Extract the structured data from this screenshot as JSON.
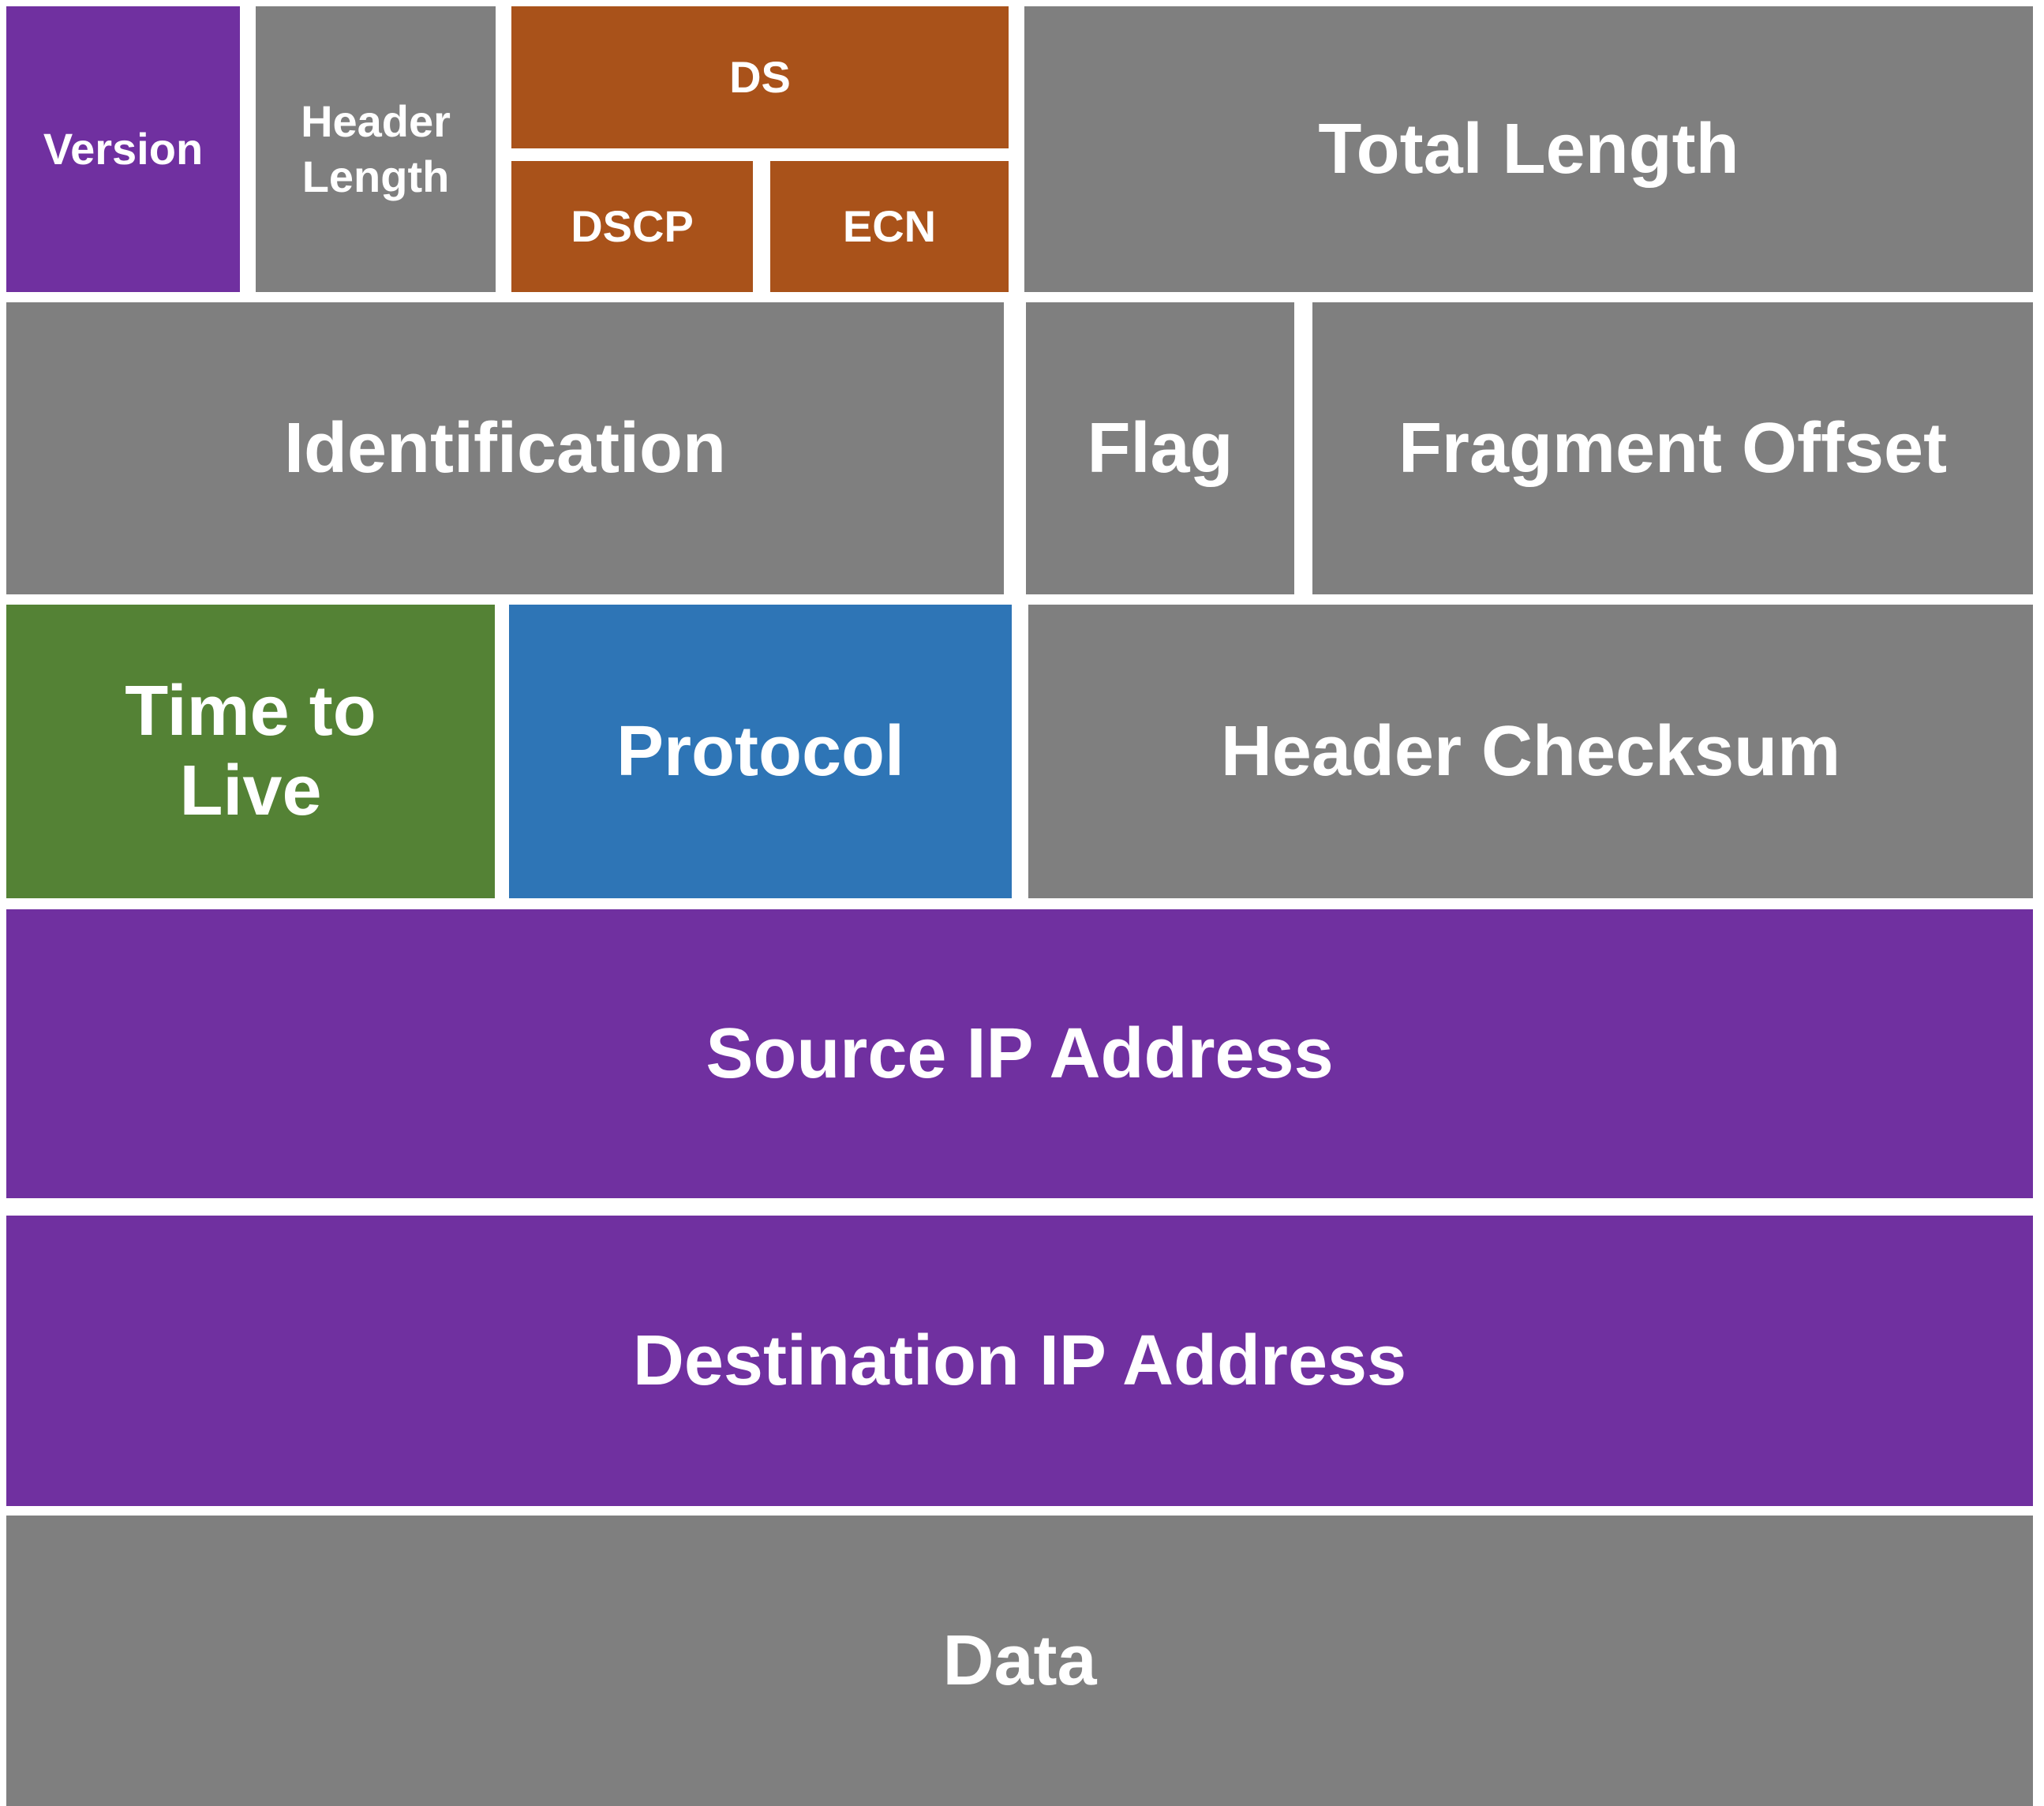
{
  "diagram_type": "ipv4-header-field-layout",
  "colors": {
    "purple": "#7030A0",
    "gray": "#7F7F7F",
    "orange": "#A9521A",
    "green": "#548235",
    "blue": "#2E75B6",
    "label_text": "#FFFFFF",
    "background": "#FFFFFF"
  },
  "fields": {
    "version": "Version",
    "header_length": "Header Length",
    "ds": "DS",
    "dscp": "DSCP",
    "ecn": "ECN",
    "total_length": "Total Length",
    "identification": "Identification",
    "flag": "Flag",
    "fragment_offset": "Fragment Offset",
    "time_to_live": "Time to Live",
    "protocol": "Protocol",
    "header_checksum": "Header Checksum",
    "source_ip": "Source IP Address",
    "destination_ip": "Destination IP Address",
    "data": "Data"
  },
  "rows": [
    [
      "Version",
      "Header Length",
      "DS / DSCP / ECN",
      "Total Length"
    ],
    [
      "Identification",
      "Flag",
      "Fragment Offset"
    ],
    [
      "Time to Live",
      "Protocol",
      "Header Checksum"
    ],
    [
      "Source IP Address"
    ],
    [
      "Destination IP Address"
    ],
    [
      "Data"
    ]
  ]
}
